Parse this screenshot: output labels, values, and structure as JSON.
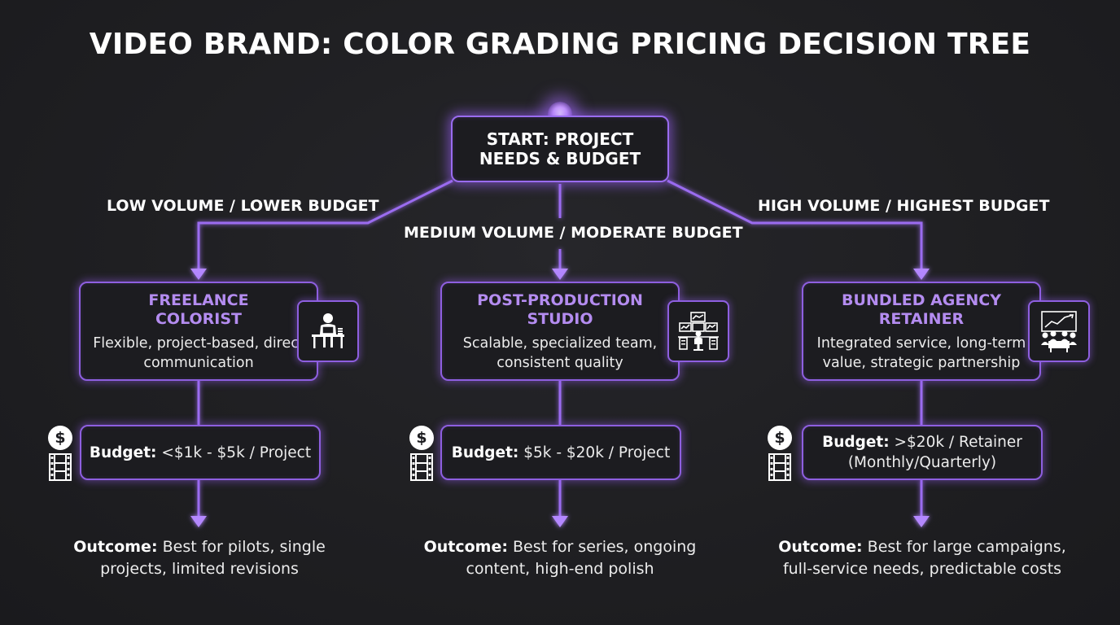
{
  "title": "VIDEO BRAND: COLOR GRADING PRICING DECISION TREE",
  "start": {
    "label": "START: PROJECT NEEDS & BUDGET"
  },
  "branches": [
    {
      "label": "LOW VOLUME / LOWER BUDGET",
      "option_title": "FREELANCE COLORIST",
      "option_desc": "Flexible, project-based, direct communication",
      "icon": "freelancer-at-desk-icon",
      "budget_label": "Budget:",
      "budget_value": "<$1k - $5k / Project",
      "outcome_label": "Outcome:",
      "outcome_text": "Best for pilots, single projects, limited revisions"
    },
    {
      "label": "MEDIUM VOLUME / MODERATE BUDGET",
      "option_title": "POST-PRODUCTION STUDIO",
      "option_desc": "Scalable, specialized team, consistent quality",
      "icon": "studio-workstation-icon",
      "budget_label": "Budget:",
      "budget_value": "$5k - $20k / Project",
      "outcome_label": "Outcome:",
      "outcome_text": "Best for series, ongoing content, high-end polish"
    },
    {
      "label": "HIGH VOLUME / HIGHEST BUDGET",
      "option_title": "BUNDLED AGENCY RETAINER",
      "option_desc": "Integrated service, long-term value, strategic partnership",
      "icon": "agency-meeting-icon",
      "budget_label": "Budget:",
      "budget_value": ">$20k / Retainer (Monthly/Quarterly)",
      "outcome_label": "Outcome:",
      "outcome_text": "Best for large campaigns, full-service needs, predictable costs"
    }
  ],
  "budget_icons": {
    "dollar_glyph": "$",
    "dollar_icon": "dollar-coin-icon",
    "film_icon": "film-strip-icon"
  },
  "colors": {
    "background": "#1f1f22",
    "accent": "#8e5fe0",
    "option_title": "#b48cf0",
    "text": "#ffffff"
  }
}
